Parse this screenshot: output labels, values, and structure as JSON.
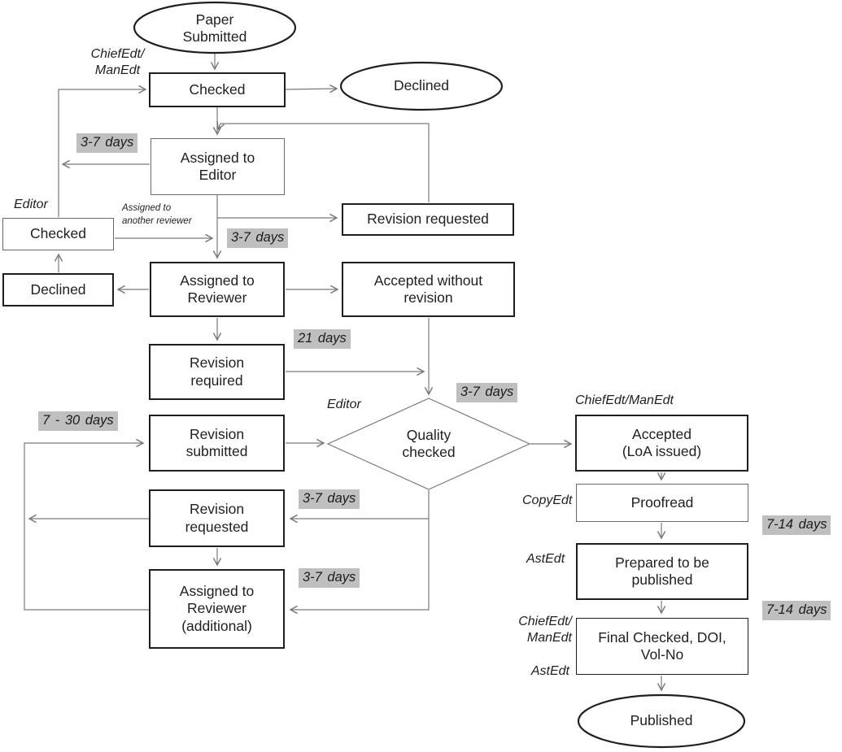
{
  "title": "Paper review workflow flowchart",
  "colors": {
    "box_border": "#1f1f1f",
    "connector": "#7a7a7a",
    "time_highlight_bg": "#bfbfbf",
    "text": "#1f1f1f"
  },
  "nodes": {
    "paper_submitted": "Paper\nSubmitted",
    "checked_top": "Checked",
    "declined_top": "Declined",
    "assigned_editor": "Assigned to\nEditor",
    "checked_left": "Checked",
    "declined_left": "Declined",
    "revision_requested_top": "Revision requested",
    "assigned_reviewer": "Assigned to\nReviewer",
    "accepted_without_revision": "Accepted without\nrevision",
    "revision_required": "Revision\nrequired",
    "revision_submitted": "Revision\nsubmitted",
    "quality_checked": "Quality\nchecked",
    "revision_requested_2": "Revision\nrequested",
    "assigned_reviewer_additional": "Assigned to\nReviewer\n(additional)",
    "accepted_loa": "Accepted\n(LoA issued)",
    "proofread": "Proofread",
    "prepared_published": "Prepared to be\npublished",
    "final_checked": "Final Checked, DOI,\nVol-No",
    "published": "Published"
  },
  "roles": {
    "chiefedt_manedt_top": "ChiefEdt/\nManEdt",
    "editor_left": "Editor",
    "assigned_another_reviewer": "Assigned to\nanother reviewer",
    "editor_diamond": "Editor",
    "chiefedt_manedt_right": "ChiefEdt/ManEdt",
    "copyedt": "CopyEdt",
    "astedt_prepared": "AstEdt",
    "chiefedt_manedt_bottom": "ChiefEdt/\nManEdt",
    "astedt_final": "AstEdt"
  },
  "durations": {
    "assign_editor": "3-7 days",
    "assign_reviewer": "3-7 days",
    "review": "21 days",
    "quality_check": "3-7 days",
    "revision": "7 - 30 days",
    "revision_request_2": "3-7 days",
    "assign_additional": "3-7 days",
    "proofread": "7-14 days",
    "prepare": "7-14 days"
  }
}
